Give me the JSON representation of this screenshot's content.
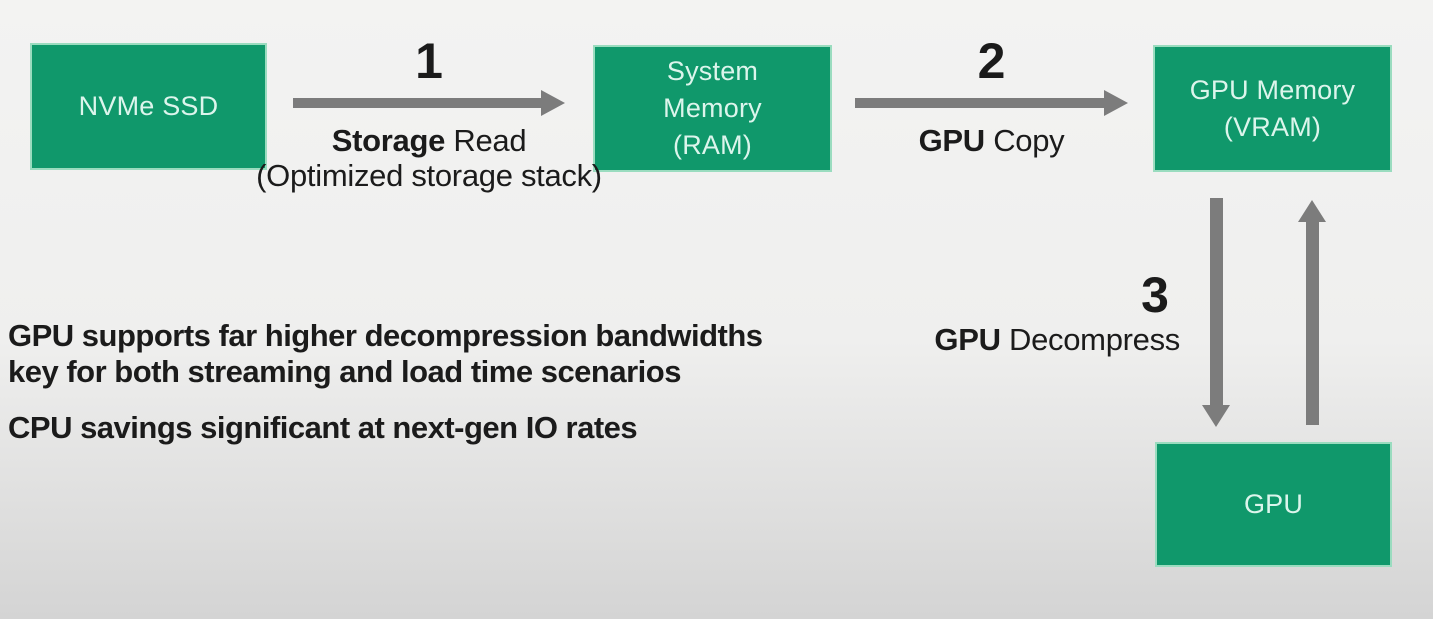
{
  "title": "GPU decompression data flow diagram",
  "colors": {
    "box_green": "#10986b",
    "box_border": "#9adcbf",
    "box_text": "#dcf5ec",
    "arrow_gray": "#7c7c7c",
    "text_dark": "#1b1b1b",
    "bg_top": "#f3f3f2",
    "bg_bottom": "#d4d4d4"
  },
  "nodes": {
    "nvme": {
      "label": "NVMe SSD"
    },
    "ram": {
      "lines": [
        "System",
        "Memory",
        "(RAM)"
      ]
    },
    "vram": {
      "lines": [
        "GPU Memory",
        "(VRAM)"
      ]
    },
    "gpu": {
      "label": "GPU"
    }
  },
  "steps": [
    {
      "number": "1",
      "label_bold": "Storage",
      "label_rest": " Read",
      "sublabel": "(Optimized storage stack)"
    },
    {
      "number": "2",
      "label_bold": "GPU",
      "label_rest": " Copy"
    },
    {
      "number": "3",
      "label_bold": "GPU",
      "label_rest": " Decompress"
    }
  ],
  "arrows": [
    {
      "name": "storage-read-arrow",
      "direction": "right",
      "from": "NVMe SSD",
      "to": "System Memory (RAM)"
    },
    {
      "name": "gpu-copy-arrow",
      "direction": "right",
      "from": "System Memory (RAM)",
      "to": "GPU Memory (VRAM)"
    },
    {
      "name": "gpu-decompress-arrow",
      "direction": "down",
      "from": "GPU Memory (VRAM)",
      "to": "GPU"
    },
    {
      "name": "gpu-writeback-arrow",
      "direction": "up",
      "from": "GPU",
      "to": "GPU Memory (VRAM)"
    }
  ],
  "notes": {
    "paragraphs": [
      [
        "GPU supports far higher decompression bandwidths",
        "key for both streaming and load time scenarios"
      ],
      [
        "CPU savings significant at next-gen IO rates"
      ]
    ]
  }
}
